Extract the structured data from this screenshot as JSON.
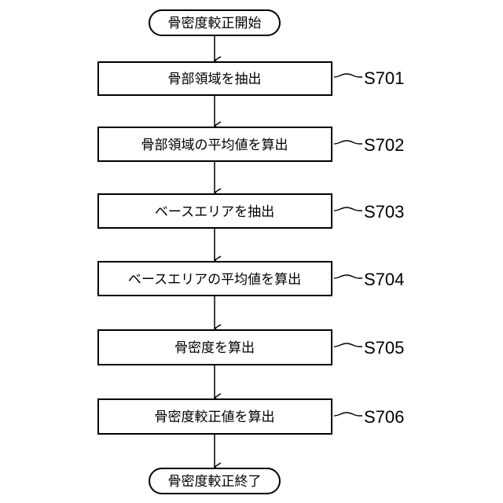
{
  "flowchart": {
    "start": "骨密度較正開始",
    "end": "骨密度較正終了",
    "steps": [
      {
        "label": "骨部領域を抽出",
        "id": "S701"
      },
      {
        "label": "骨部領域の平均値を算出",
        "id": "S702"
      },
      {
        "label": "ベースエリアを抽出",
        "id": "S703"
      },
      {
        "label": "ベースエリアの平均値を算出",
        "id": "S704"
      },
      {
        "label": "骨密度を算出",
        "id": "S705"
      },
      {
        "label": "骨密度較正値を算出",
        "id": "S706"
      }
    ]
  }
}
